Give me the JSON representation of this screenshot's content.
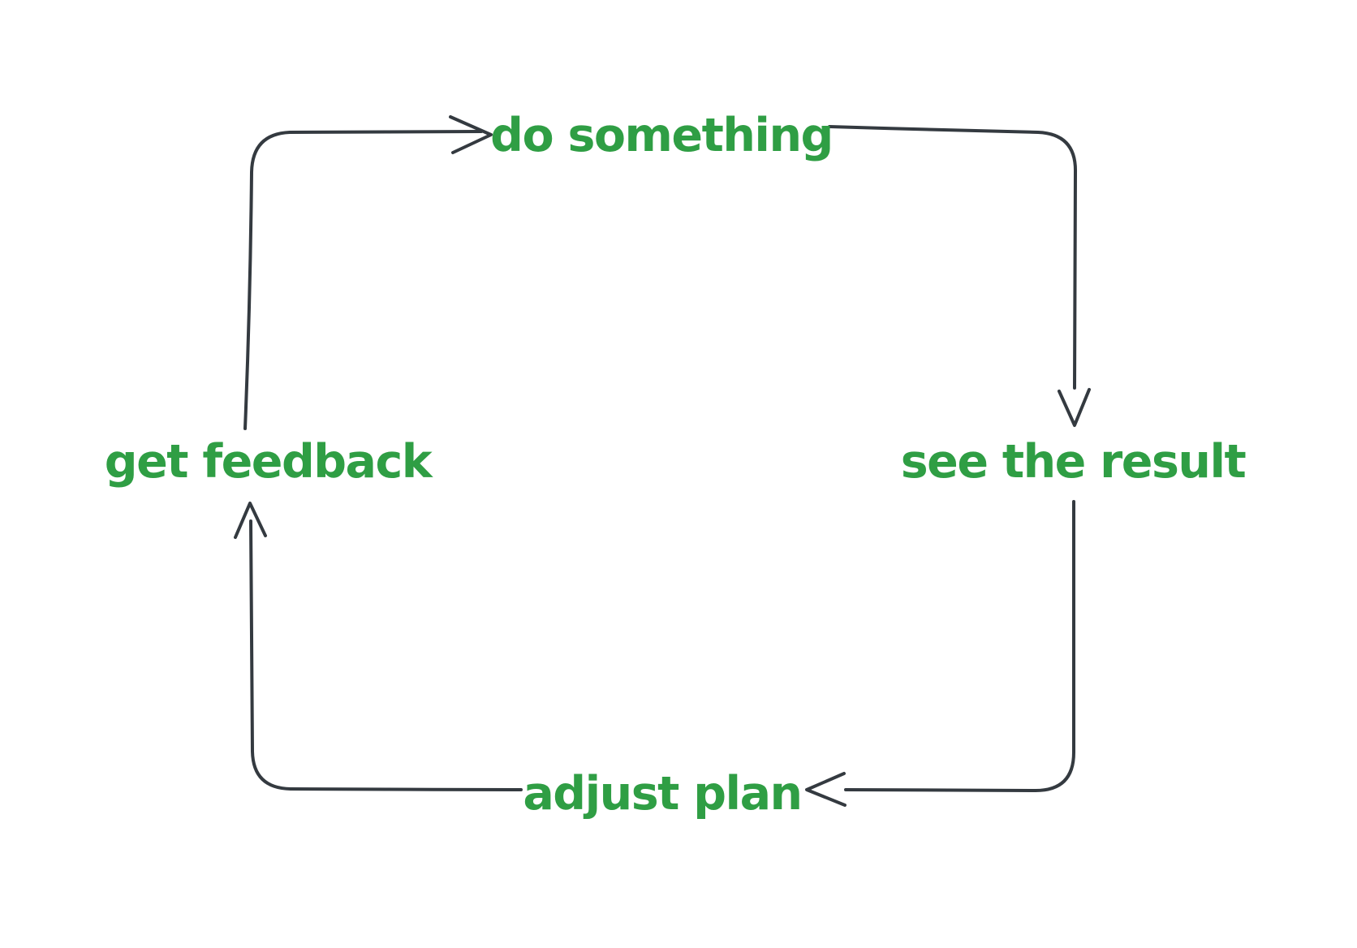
{
  "diagram": {
    "kind": "cycle-flow",
    "style": "hand-drawn"
  },
  "colors": {
    "background": "#ffffff",
    "label_green": "#2f9e44",
    "arrow_dark": "#343a40"
  },
  "nodes": {
    "do_something": {
      "label": "do something",
      "position": "top"
    },
    "see_the_result": {
      "label": "see the result",
      "position": "right"
    },
    "adjust_plan": {
      "label": "adjust plan",
      "position": "bottom"
    },
    "get_feedback": {
      "label": "get feedback",
      "position": "left"
    }
  },
  "edges": [
    {
      "from": "get feedback",
      "to": "do something",
      "path": "up-then-right",
      "arrowhead": "right"
    },
    {
      "from": "do something",
      "to": "see the result",
      "path": "right-then-down",
      "arrowhead": "down"
    },
    {
      "from": "see the result",
      "to": "adjust plan",
      "path": "down-then-left",
      "arrowhead": "left"
    },
    {
      "from": "adjust plan",
      "to": "get feedback",
      "path": "left-then-up",
      "arrowhead": "up"
    }
  ]
}
